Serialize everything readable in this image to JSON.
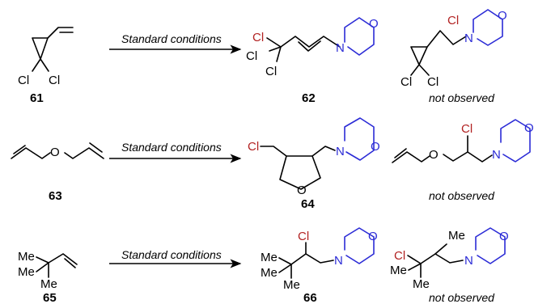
{
  "rows": [
    {
      "condition": "Standard conditions",
      "substrate_label": "61",
      "product_label": "62",
      "not_observed": "not observed"
    },
    {
      "condition": "Standard conditions",
      "substrate_label": "63",
      "product_label": "64",
      "not_observed": "not observed"
    },
    {
      "condition": "Standard conditions",
      "substrate_label": "65",
      "product_label": "66",
      "not_observed": "not observed"
    }
  ],
  "atoms": {
    "cl": "Cl",
    "n": "N",
    "o": "O",
    "me": "Me"
  },
  "colors": {
    "chlorine": "#b22222",
    "morpholine": "#2b2bd6",
    "bond": "#000000"
  }
}
